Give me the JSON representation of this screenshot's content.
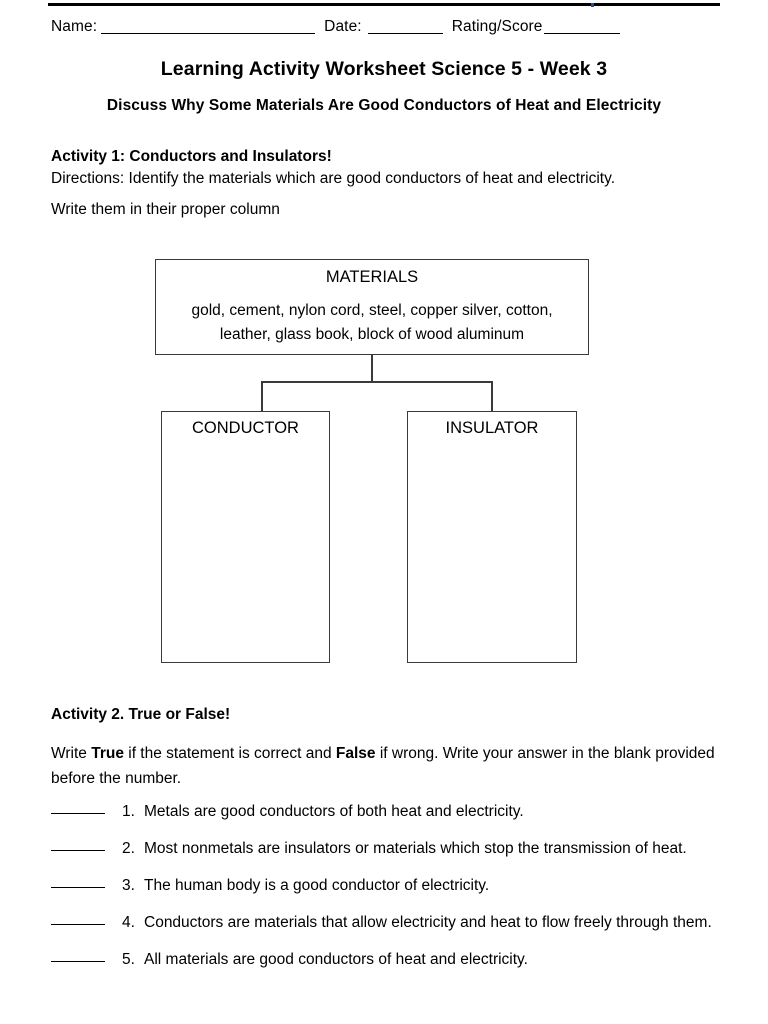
{
  "header": {
    "name_label": "Name:",
    "date_label": "Date:",
    "score_label": "Rating/Score"
  },
  "title": "Learning Activity Worksheet Science 5 - Week 3",
  "subtitle": "Discuss Why Some Materials Are Good Conductors of Heat and Electricity",
  "activity1": {
    "heading": "Activity 1: Conductors and Insulators!",
    "directions": "Directions: Identify the materials which are good conductors of heat and electricity.",
    "instruction": "Write them in their proper column",
    "diagram": {
      "materials_title": "MATERIALS",
      "materials_list_line1": "gold, cement, nylon cord, steel, copper silver, cotton,",
      "materials_list_line2": "leather, glass book, block of wood aluminum",
      "conductor_title": "CONDUCTOR",
      "insulator_title": "INSULATOR"
    }
  },
  "activity2": {
    "heading_bold": "Activity 2",
    "heading_rest": ". True or False!",
    "directions_part1": "Write ",
    "directions_true": "True",
    "directions_part2": " if the statement is correct and ",
    "directions_false": "False",
    "directions_part3": " if wrong. Write your answer in the blank provided before the number.",
    "questions": [
      {
        "num": "1.",
        "text": "Metals are good conductors of both heat and electricity."
      },
      {
        "num": "2.",
        "text": "Most nonmetals are insulators or materials which stop the transmission of heat."
      },
      {
        "num": "3.",
        "text": "The human body is a good conductor of electricity."
      },
      {
        "num": "4.",
        "text": "Conductors are materials that allow electricity and heat to flow freely through them."
      },
      {
        "num": "5.",
        "text": "All materials are good conductors of heat and electricity."
      }
    ]
  },
  "colors": {
    "ink": "#000000",
    "box_stroke": "#3a3a3a",
    "mark": "#2b4f8c"
  }
}
